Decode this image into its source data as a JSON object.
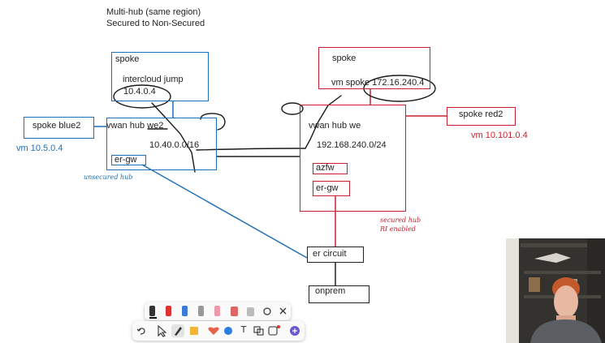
{
  "title": {
    "line1": "Multi-hub (same region)",
    "line2": "Secured to Non-Secured"
  },
  "blue_spoke": {
    "label": "spoke",
    "sublabel": "intercloud jump",
    "ip": "10.4.0.4"
  },
  "blue2_spoke": {
    "label": "spoke blue2",
    "vm": "vm 10.5.0.4"
  },
  "hub_we2": {
    "label": "vwan hub we2",
    "cidr": "10.40.0.0/16",
    "er_gw": "er-gw",
    "note": "unsecured hub"
  },
  "red_spoke": {
    "label": "spoke",
    "vm": "vm spoke 172.16.240.4"
  },
  "red2_spoke": {
    "label": "spoke red2",
    "vm": "vm 10.101.0.4"
  },
  "hub_we": {
    "label": "vwan hub we",
    "cidr": "192.168.240.0/24",
    "azfw": "azfw",
    "er_gw": "er-gw",
    "note_line1": "secured hub",
    "note_line2": "RI enabled"
  },
  "er_circuit": "er circuit",
  "onprem": "onprem",
  "colors": {
    "blue": "#1f6fb5",
    "red": "#c8202f",
    "black": "#222222",
    "ink": "#1a1a1a"
  },
  "toolbar": {
    "row1": [
      "pen-black-icon",
      "pen-red-icon",
      "pen-blue-icon",
      "pen-grey-icon",
      "pen-pink-icon",
      "highlighter-icon",
      "eraser-icon",
      "lasso-icon",
      "close-icon"
    ],
    "row2": [
      "undo-icon",
      "select-icon",
      "draw-icon",
      "sticky-note-icon",
      "heart-icon",
      "shape-icon",
      "text-icon",
      "group-icon",
      "more-icon",
      "copilot-icon"
    ],
    "text_tool_glyph": "T"
  }
}
